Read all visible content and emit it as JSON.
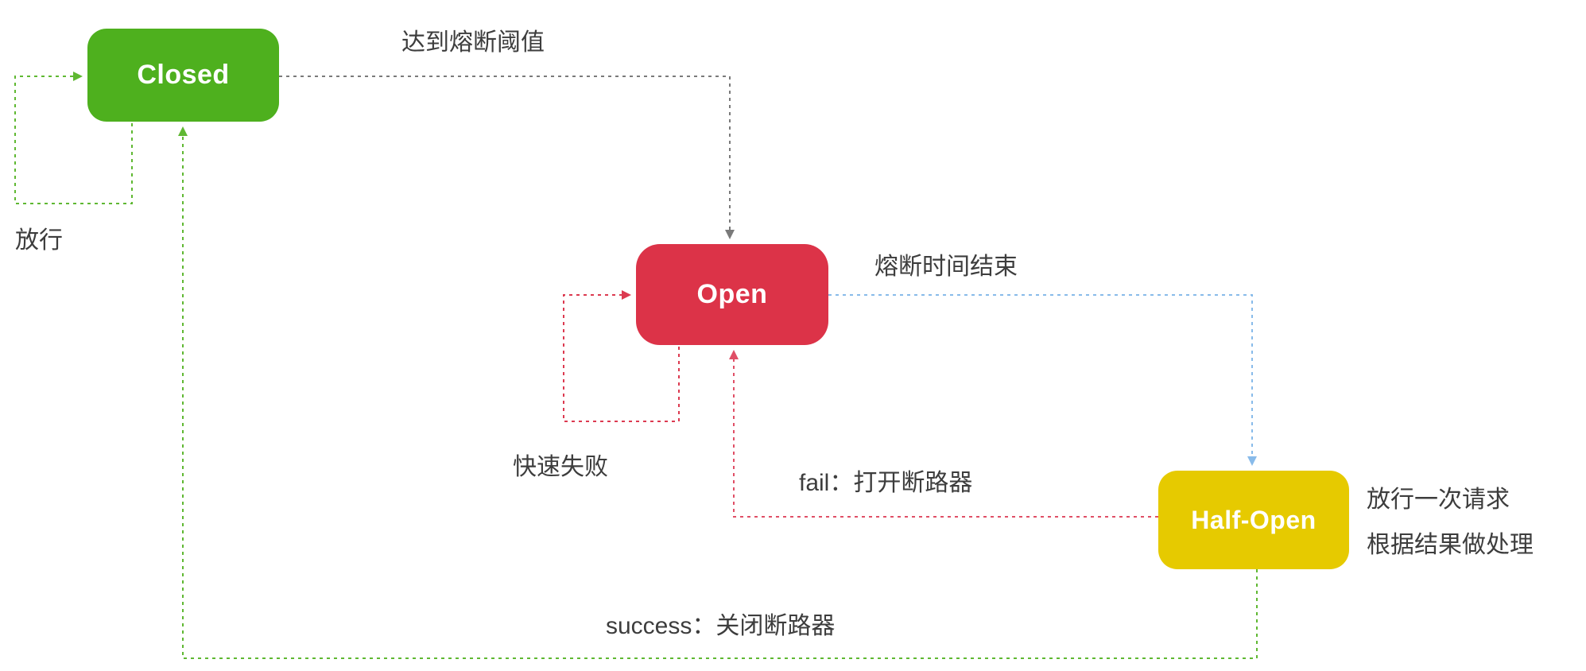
{
  "diagram": {
    "nodes": {
      "closed": {
        "label": "Closed",
        "color": "#4eb01e"
      },
      "open": {
        "label": "Open",
        "color": "#dc3348"
      },
      "half_open": {
        "label": "Half-Open",
        "color": "#e6ca00"
      }
    },
    "edges": {
      "closed_self": {
        "label": "放行",
        "color": "#5fb832"
      },
      "closed_to_open": {
        "label": "达到熔断阈值",
        "color": "#7a7a7a"
      },
      "open_self": {
        "label": "快速失败",
        "color": "#dc3a50"
      },
      "open_to_half": {
        "label": "熔断时间结束",
        "color": "#88bbea"
      },
      "half_to_open": {
        "label": "fail：打开断路器",
        "color": "#e04f66"
      },
      "half_to_closed": {
        "label": "success：关闭断路器",
        "color": "#5fb832"
      }
    },
    "annotations": {
      "half_open_note_line1": "放行一次请求",
      "half_open_note_line2": "根据结果做处理"
    }
  }
}
